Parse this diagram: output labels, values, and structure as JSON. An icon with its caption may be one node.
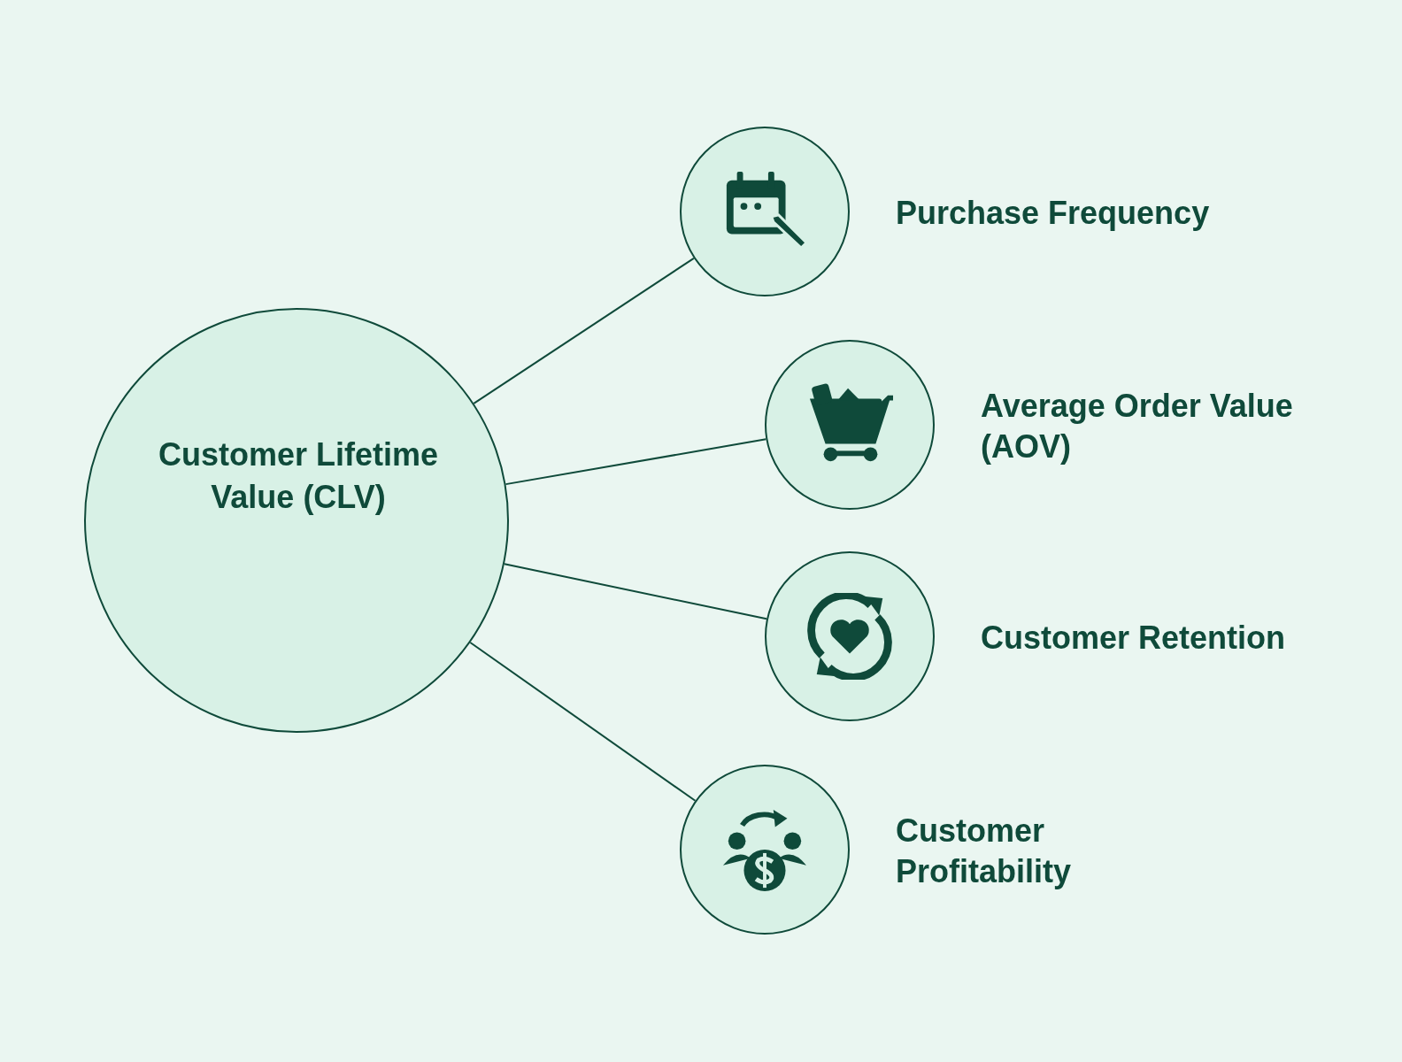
{
  "diagram": {
    "nodes": [
      {
        "text": [
          "Customer Lifetime Value (CLV)"
        ]
      },
      {
        "text": [
          "Purchase Frequency"
        ]
      },
      {
        "text": [
          "Average Order Value (AOV)"
        ]
      },
      {
        "text": [
          "Customer Retention"
        ]
      },
      {
        "text": [
          "Customer Profitability"
        ]
      }
    ],
    "edges": [
      {
        "from": 0,
        "to": 1,
        "arrow": "none"
      },
      {
        "from": 0,
        "to": 2,
        "arrow": "none"
      },
      {
        "from": 0,
        "to": 3,
        "arrow": "none"
      },
      {
        "from": 0,
        "to": 4,
        "arrow": "none"
      }
    ]
  }
}
